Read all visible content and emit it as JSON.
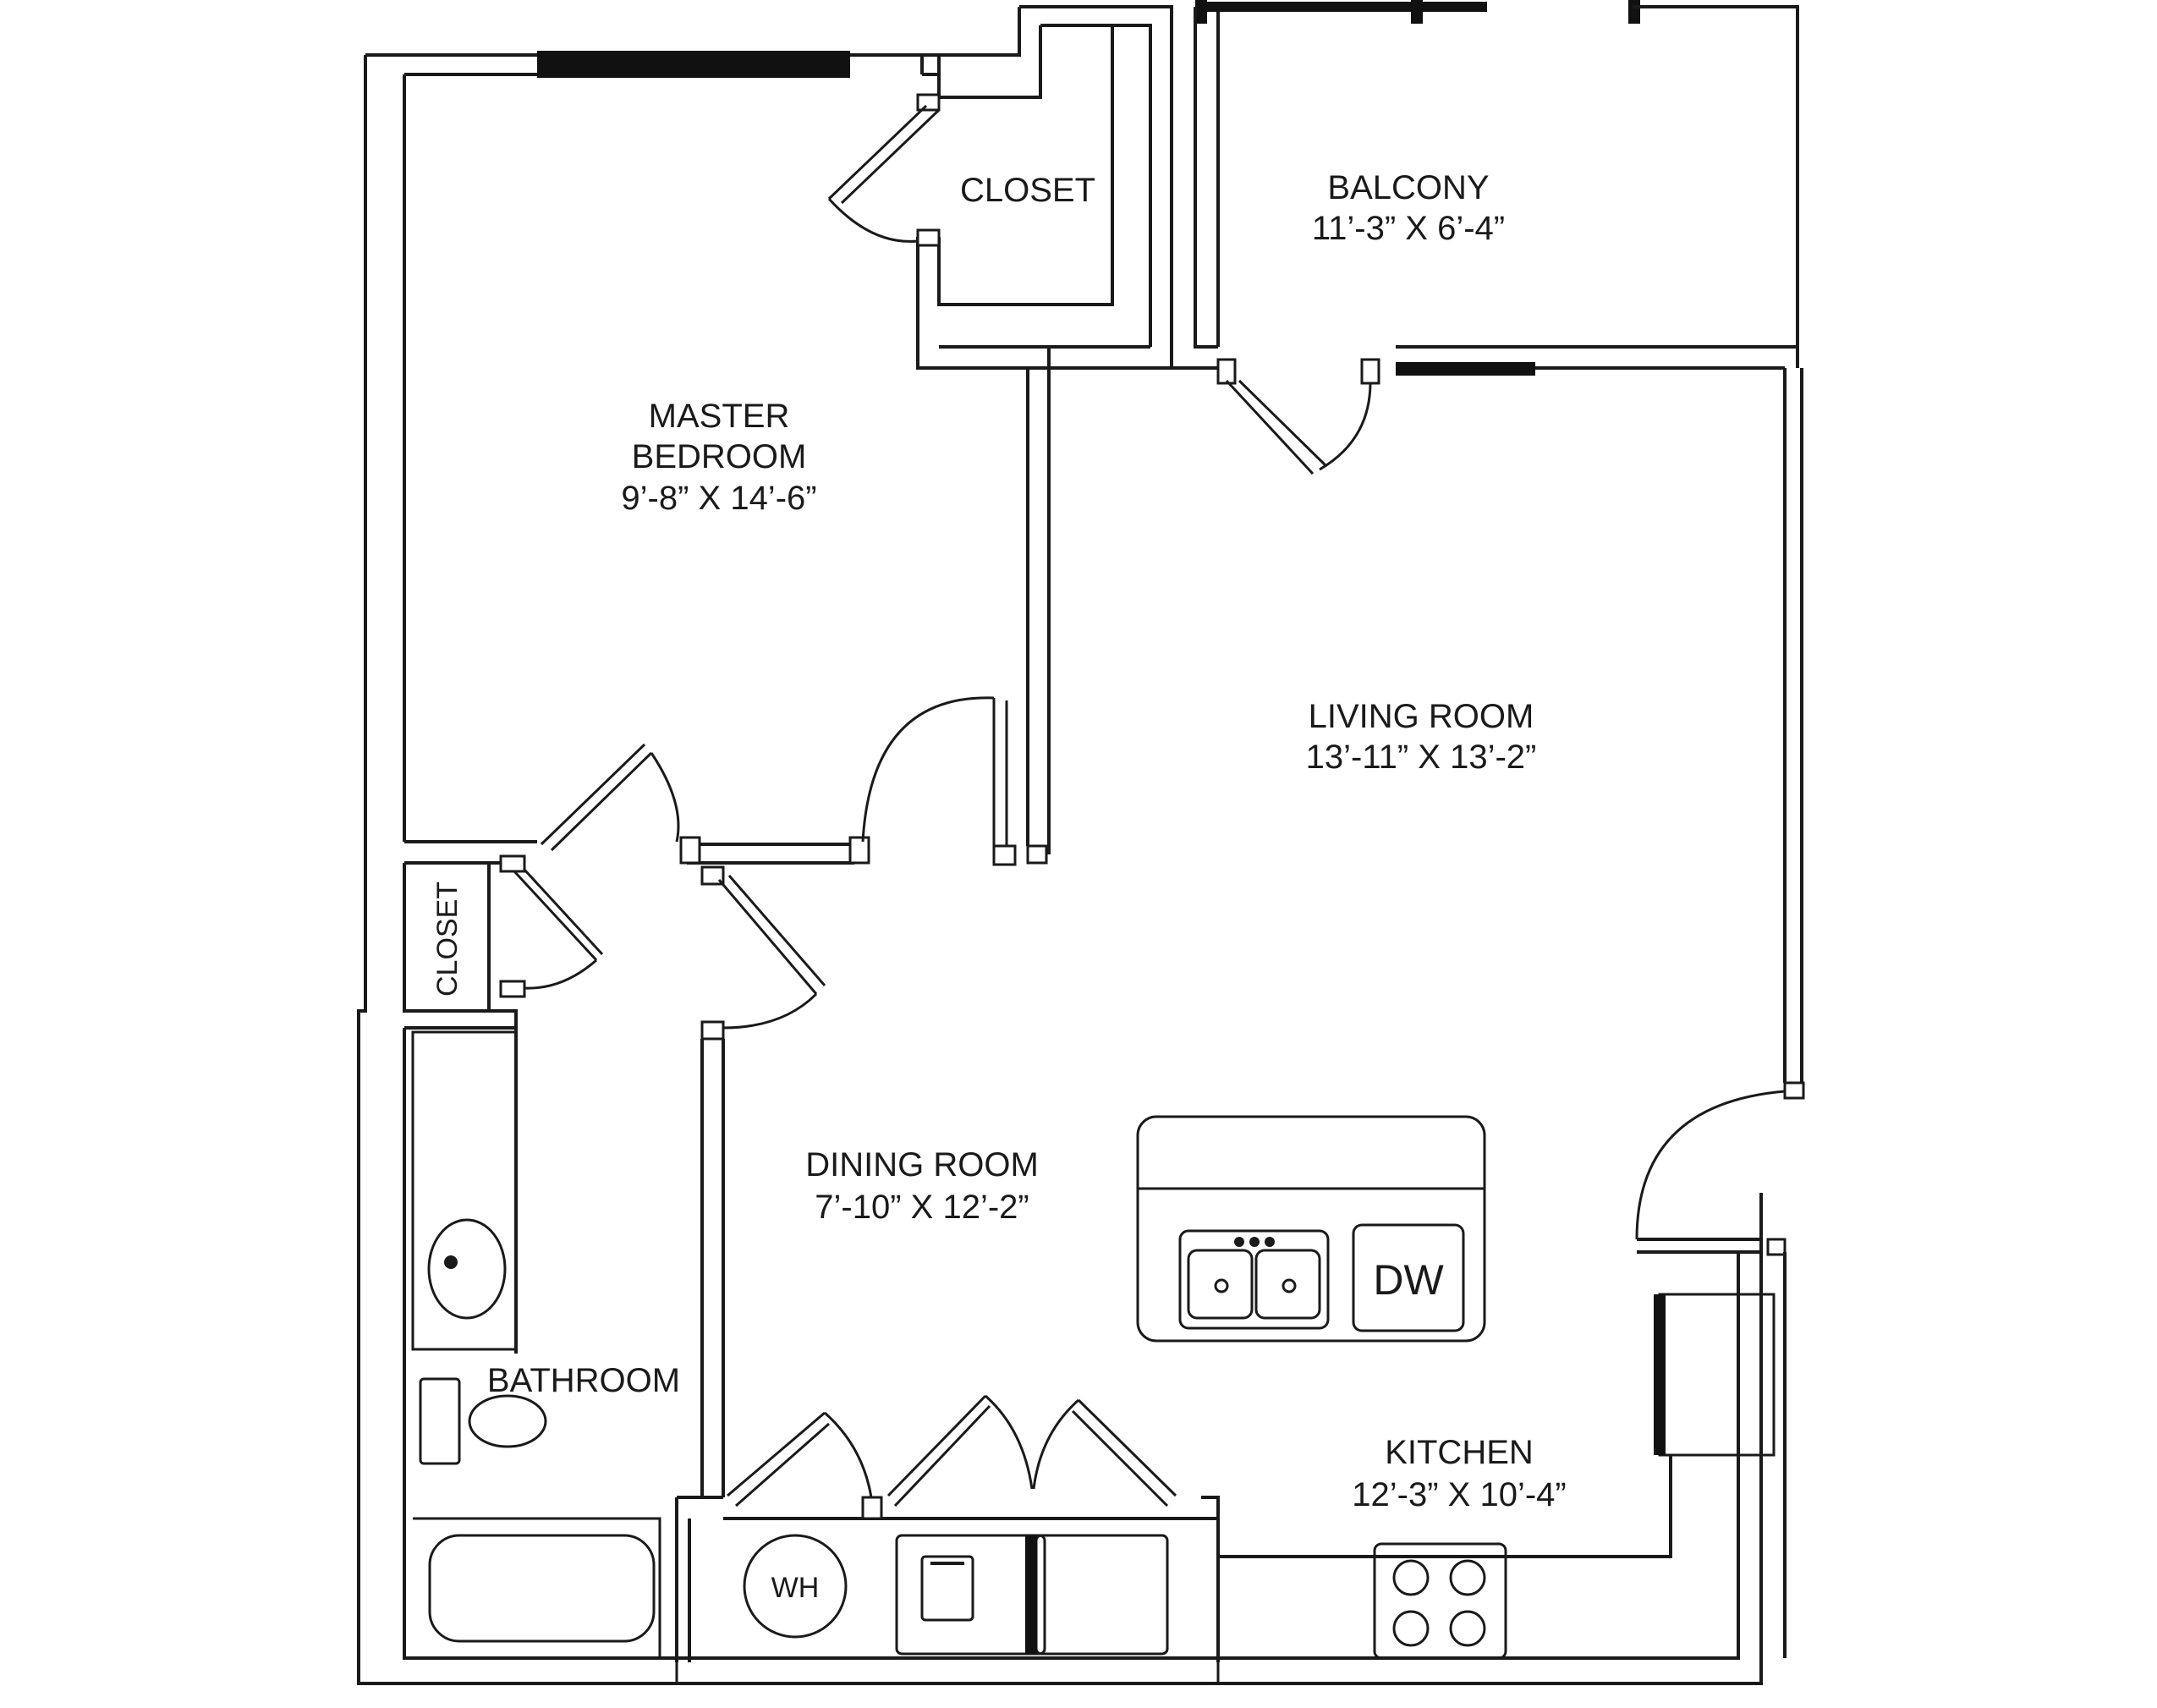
{
  "rooms": {
    "closet_top": {
      "name": "CLOSET"
    },
    "balcony": {
      "name": "BALCONY",
      "size": "11’-3” X 6’-4”"
    },
    "master_bedroom": {
      "name_line1": "MASTER",
      "name_line2": "BEDROOM",
      "size": "9’-8” X 14’-6”"
    },
    "living_room": {
      "name": "LIVING ROOM",
      "size": "13’-11” X 13’-2”"
    },
    "closet_side": {
      "name": "CLOSET"
    },
    "dining_room": {
      "name": "DINING ROOM",
      "size": "7’-10” X 12’-2”"
    },
    "bathroom": {
      "name": "BATHROOM"
    },
    "kitchen": {
      "name": "KITCHEN",
      "size": "12’-3” X 10’-4”"
    }
  },
  "fixtures": {
    "dishwasher": "DW",
    "water_heater": "WH"
  },
  "colors": {
    "line": "#1a1a1a",
    "window": "#111111",
    "background": "#ffffff"
  }
}
